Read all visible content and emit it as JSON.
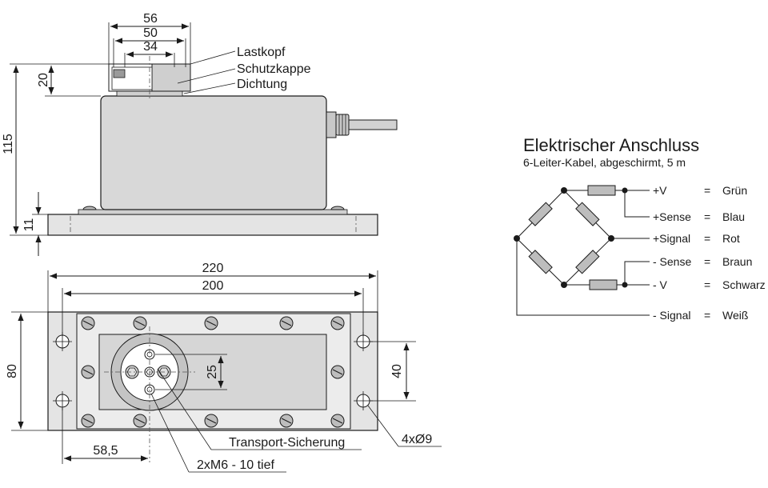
{
  "dimensions": {
    "width_56": "56",
    "width_50": "50",
    "width_34": "34",
    "height_20": "20",
    "height_115": "115",
    "height_11": "11",
    "length_220": "220",
    "length_200": "200",
    "depth_80": "80",
    "spacing_25": "25",
    "spacing_40": "40",
    "offset_58_5": "58,5"
  },
  "callouts": {
    "load_head": "Lastkopf",
    "protective_cap": "Schutzkappe",
    "seal": "Dichtung",
    "transport_lock": "Transport-Sicherung",
    "threads": "2xM6 - 10 tief",
    "mounting_holes": "4xØ9"
  },
  "electrical": {
    "title": "Elektrischer Anschluss",
    "subtitle": "6-Leiter-Kabel, abgeschirmt, 5 m",
    "wires": [
      {
        "signal": "+V",
        "eq": "=",
        "color": "Grün"
      },
      {
        "signal": "+Sense",
        "eq": "=",
        "color": "Blau"
      },
      {
        "signal": "+Signal",
        "eq": "=",
        "color": "Rot"
      },
      {
        "signal": "- Sense",
        "eq": "=",
        "color": "Braun"
      },
      {
        "signal": "- V",
        "eq": "=",
        "color": "Schwarz"
      },
      {
        "signal": "- Signal",
        "eq": "=",
        "color": "Weiß"
      }
    ]
  }
}
